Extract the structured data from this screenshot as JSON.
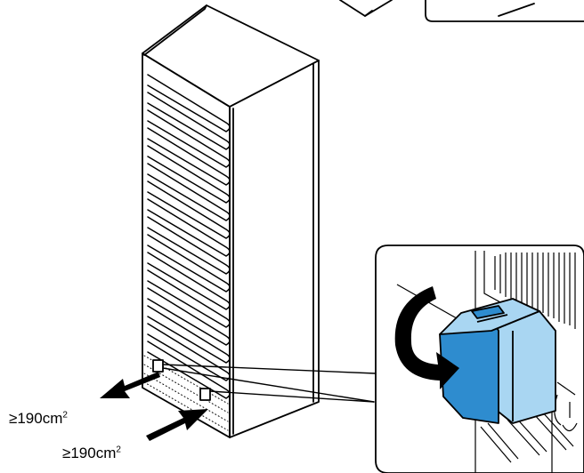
{
  "labels": {
    "upper": {
      "text": "≥190cm",
      "sup": "2"
    },
    "lower": {
      "text": "≥190cm",
      "sup": "2"
    }
  },
  "colors": {
    "stroke": "#000000",
    "background": "#ffffff",
    "spacer_blue": "#2e8ccf",
    "spacer_light": "#a9d6f2"
  },
  "icons": [
    "arrow-out-icon",
    "arrow-in-icon",
    "rotate-arrow-icon",
    "spacer-clip-icon"
  ]
}
